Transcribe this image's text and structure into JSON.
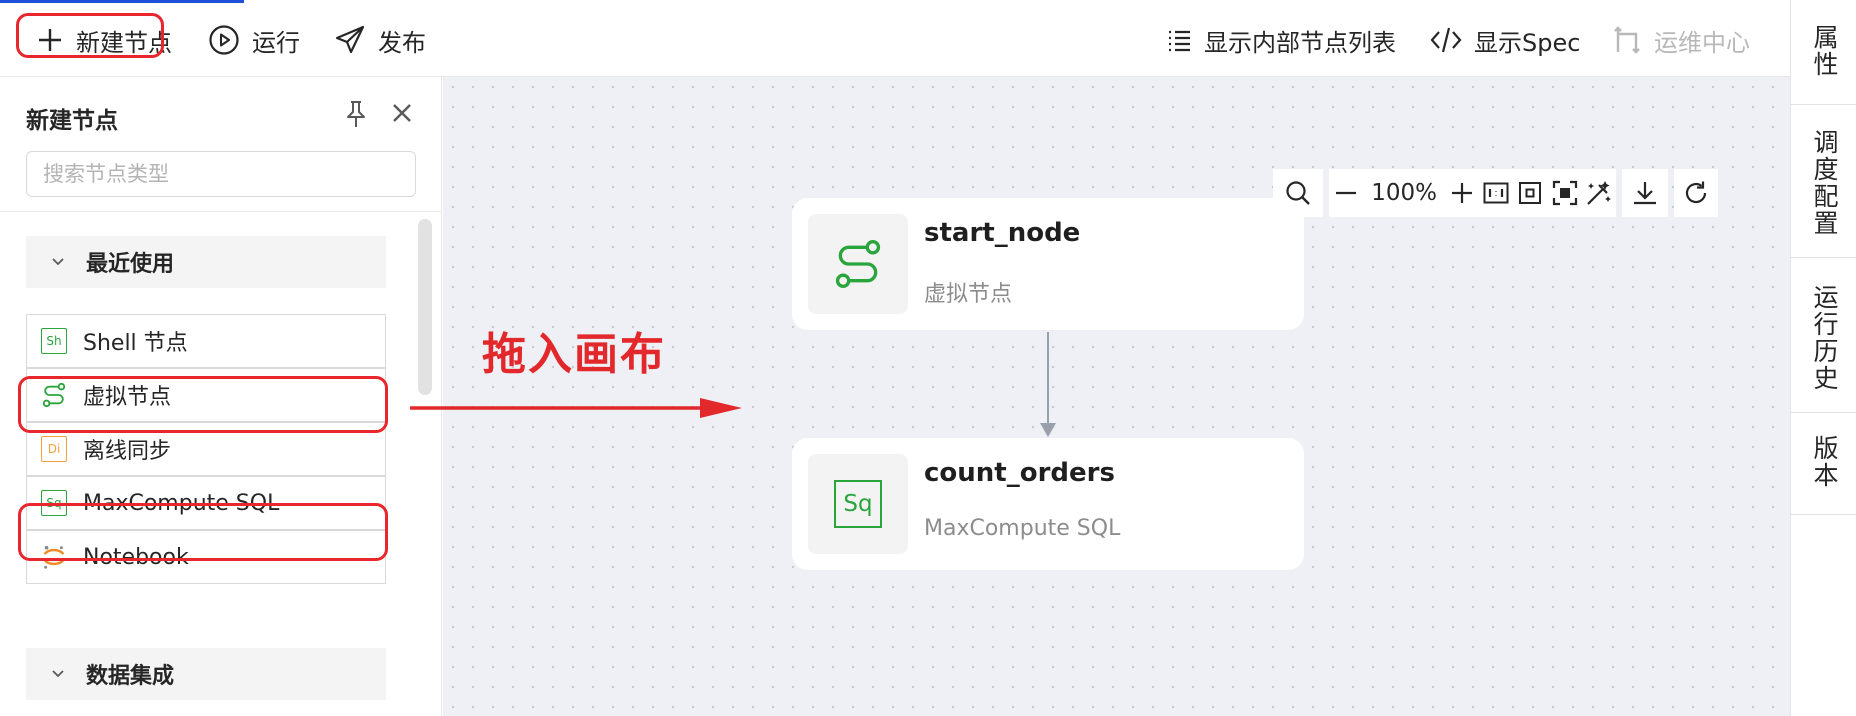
{
  "toolbar": {
    "new_node": "新建节点",
    "run": "运行",
    "publish": "发布",
    "internal_list": "显示内部节点列表",
    "show_spec": "显示Spec",
    "ops_center": "运维中心"
  },
  "right_rail": {
    "attributes": "属性",
    "schedule_config": "调度配置",
    "run_history": "运行历史",
    "version": "版本"
  },
  "panel": {
    "title": "新建节点",
    "search_placeholder": "搜索节点类型",
    "groups": [
      {
        "label": "最近使用",
        "items": [
          {
            "label": "Shell 节点",
            "badge": "Sh",
            "color": "#2aa53c"
          },
          {
            "label": "虚拟节点",
            "icon": "virtual-node-icon",
            "color": "#2aa53c"
          },
          {
            "label": "离线同步",
            "badge": "Di",
            "color": "#f2a23c"
          },
          {
            "label": "MaxCompute SQL",
            "badge": "Sq",
            "color": "#2aa53c"
          },
          {
            "label": "Notebook",
            "icon": "notebook-icon",
            "color": "#f08a24"
          }
        ]
      },
      {
        "label": "数据集成",
        "items": []
      }
    ]
  },
  "canvas": {
    "zoom": "100%",
    "drag_hint": "拖入画布",
    "nodes": [
      {
        "name": "start_node",
        "type": "虚拟节点",
        "icon": "virtual-node-icon"
      },
      {
        "name": "count_orders",
        "type": "MaxCompute SQL",
        "badge": "Sq"
      }
    ]
  },
  "colors": {
    "accent": "#2aa53c",
    "highlight": "#e8262b",
    "canvas_bg": "#eef0f6"
  }
}
